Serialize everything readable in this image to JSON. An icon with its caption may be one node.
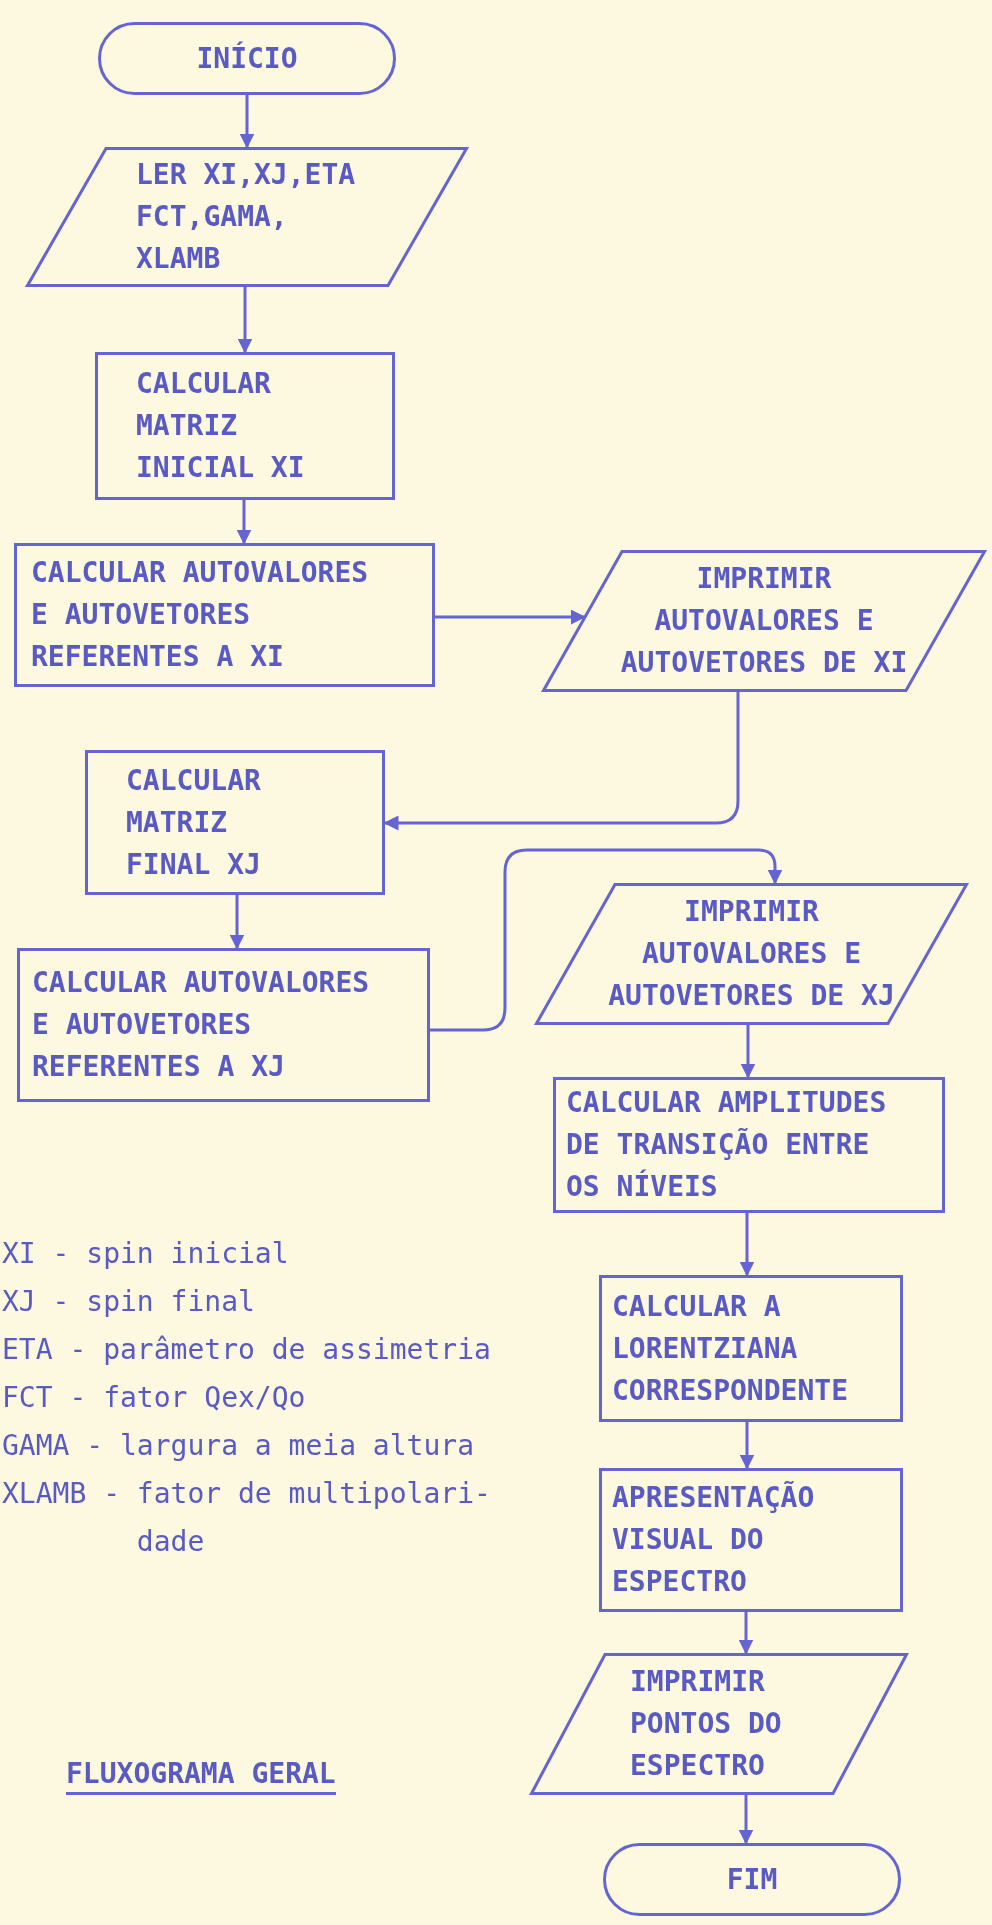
{
  "diagram": {
    "title": "FLUXOGRAMA GERAL",
    "nodes": [
      {
        "text": [
          "INÍCIO"
        ]
      },
      {
        "text": [
          "LER XI,XJ,ETA FCT,GAMA, XLAMB"
        ]
      },
      {
        "text": [
          "CALCULAR MATRIZ INICIAL XI"
        ]
      },
      {
        "text": [
          "CALCULAR AUTOVALORES E AUTOVETORES REFERENTES A XI"
        ]
      },
      {
        "text": [
          "IMPRIMIR AUTOVALORES E AUTOVETORES DE XI"
        ]
      },
      {
        "text": [
          "CALCULAR MATRIZ FINAL XJ"
        ]
      },
      {
        "text": [
          "CALCULAR AUTOVALORES E AUTOVETORES REFERENTES A XJ"
        ]
      },
      {
        "text": [
          "IMPRIMIR AUTOVALORES E AUTOVETORES DE XJ"
        ]
      },
      {
        "text": [
          "CALCULAR AMPLITUDES DE TRANSIÇÃO ENTRE OS NÍVEIS"
        ]
      },
      {
        "text": [
          "CALCULAR A LORENTZIANA CORRESPONDENTE"
        ]
      },
      {
        "text": [
          "APRESENTAÇÃO VISUAL DO ESPECTRO"
        ]
      },
      {
        "text": [
          "IMPRIMIR PONTOS DO ESPECTRO"
        ]
      },
      {
        "text": [
          "FIM"
        ]
      }
    ],
    "edges": [
      {
        "from": 0,
        "to": 1,
        "arrow": "to"
      },
      {
        "from": 1,
        "to": 2,
        "arrow": "to"
      },
      {
        "from": 2,
        "to": 3,
        "arrow": "to"
      },
      {
        "from": 3,
        "to": 4,
        "arrow": "to"
      },
      {
        "from": 4,
        "to": 5,
        "arrow": "to"
      },
      {
        "from": 5,
        "to": 6,
        "arrow": "to"
      },
      {
        "from": 6,
        "to": 7,
        "arrow": "to"
      },
      {
        "from": 7,
        "to": 8,
        "arrow": "to"
      },
      {
        "from": 8,
        "to": 9,
        "arrow": "to"
      },
      {
        "from": 9,
        "to": 10,
        "arrow": "to"
      },
      {
        "from": 10,
        "to": 11,
        "arrow": "to"
      },
      {
        "from": 11,
        "to": 12,
        "arrow": "to"
      }
    ],
    "labels": [
      "XI - spin inicial",
      "XJ - spin final",
      "ETA - parâmetro de assimetria",
      "FCT - fator Qex/Qo",
      "GAMA - largura a meia altura",
      "XLAMB - fator de multipolari- dade"
    ]
  }
}
